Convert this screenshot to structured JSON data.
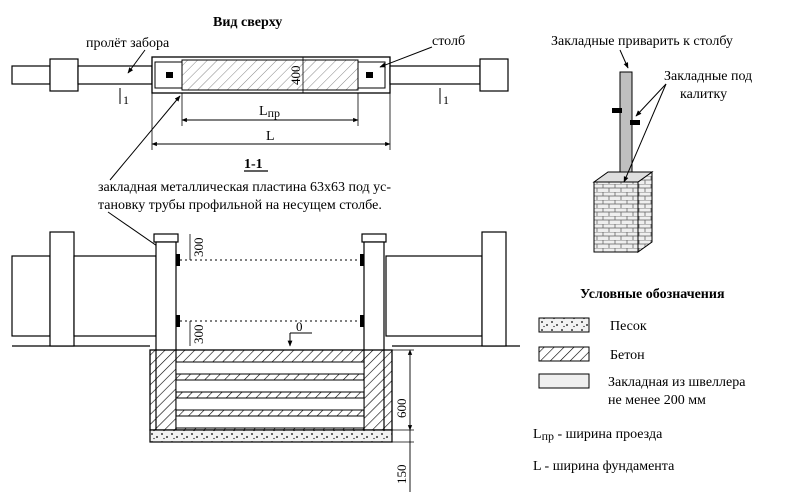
{
  "top_view": {
    "title": "Вид сверху",
    "label_span": "пролёт забора",
    "label_post": "столб",
    "dim_400": "400",
    "dim_lpr_main": "L",
    "dim_lpr_sub": "пр",
    "dim_L": "L",
    "section_mark": "1"
  },
  "section": {
    "title": "1-1",
    "note_line1": "закладная металлическая пластина 63х63 под ус-",
    "note_line2": "тановку трубы профильной на несущем столбе.",
    "dim_300_top": "300",
    "dim_300_bottom": "300",
    "level_zero": "0",
    "dim_600": "600",
    "dim_150": "150"
  },
  "post_view": {
    "label_weld": "Закладные приварить к столбу",
    "label_gate_1": "Закладные под",
    "label_gate_2": "калитку"
  },
  "legend": {
    "title": "Условные обозначения",
    "items": [
      {
        "label": "Песок"
      },
      {
        "label": "Бетон"
      },
      {
        "label": "Закладная из швеллера",
        "label2": "не менее 200 мм"
      }
    ],
    "def_lpr_main": "L",
    "def_lpr_sub": "пр",
    "def_lpr_text": " - ширина проезда",
    "def_L": "L - ширина фундамента"
  }
}
